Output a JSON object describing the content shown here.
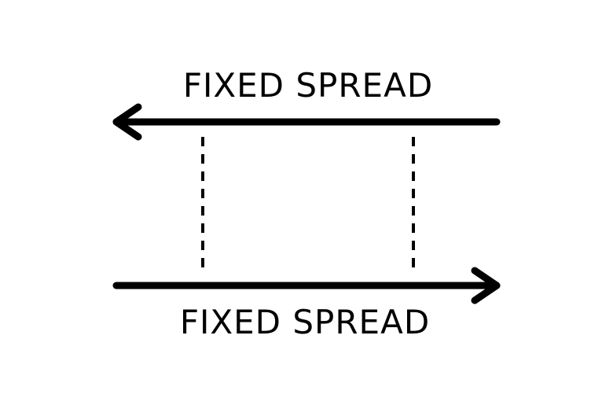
{
  "diagram": {
    "top_label": "FIXED SPREAD",
    "bottom_label": "FIXED SPREAD",
    "stroke_color": "#000000",
    "background_color": "#ffffff",
    "top_arrow_direction": "left",
    "bottom_arrow_direction": "right",
    "connector_style": "dashed"
  }
}
